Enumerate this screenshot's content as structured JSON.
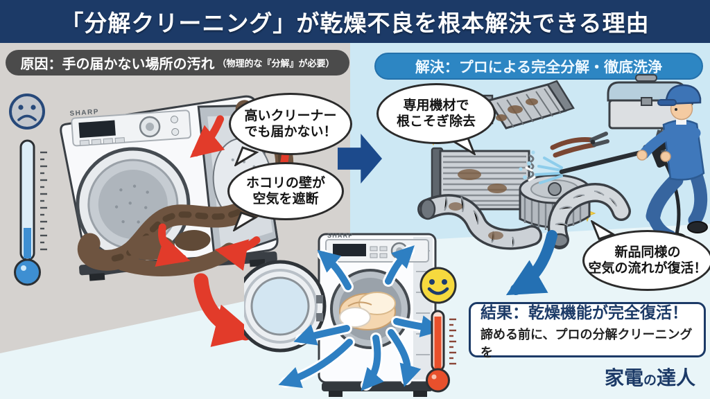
{
  "title": "「分解クリーニング」が乾燥不良を根本解決できる理由",
  "brand": {
    "first": "家電",
    "particle": "の",
    "last": "達人"
  },
  "machine_brand": "SHARP",
  "cause": {
    "header": "原因：手の届かない場所の汚れ",
    "header_note": "（物理的な『分解』が必要）",
    "bubble1": {
      "line1": "高いクリーナー",
      "line2": "でも届かない！"
    },
    "bubble2": {
      "line1": "ホコリの壁が",
      "line2": "空気を遮断"
    }
  },
  "solution": {
    "header": "解決：プロによる完全分解・徹底洗浄",
    "bubble_equipment": {
      "line1": "専用機材で",
      "line2": "根こそぎ除去"
    },
    "bubble_airflow": {
      "line1": "新品同様の",
      "line2": "空気の流れが復活！"
    }
  },
  "result": {
    "line1": "結果：乾燥機能が完全復活！",
    "line2": "諦める前に、プロの分解クリーニングを"
  },
  "icons": {
    "sad_face": "frowning-face",
    "happy_face": "smiling-face",
    "cold_thermometer": "thermometer-low-blue",
    "hot_thermometer": "thermometer-high-red",
    "flow_arrow": "arrow-right-navy",
    "down_arrow": "arrow-down-blue",
    "worse_arrow": "arrow-red"
  },
  "colors": {
    "title_bar": "#1c3a67",
    "navy_text": "#1c3a67",
    "cause_header_bg": "#4b4b4b",
    "solution_header_bg": "#2d86c3",
    "left_bg": "#d5d2cf",
    "right_bg": "#cde8f4",
    "floor_bg": "#e9f5f8",
    "red": "#e23b2a",
    "blue_arrow": "#2470b3",
    "smiley_yellow": "#f6d93e",
    "lint_brown": "#6e5440"
  }
}
